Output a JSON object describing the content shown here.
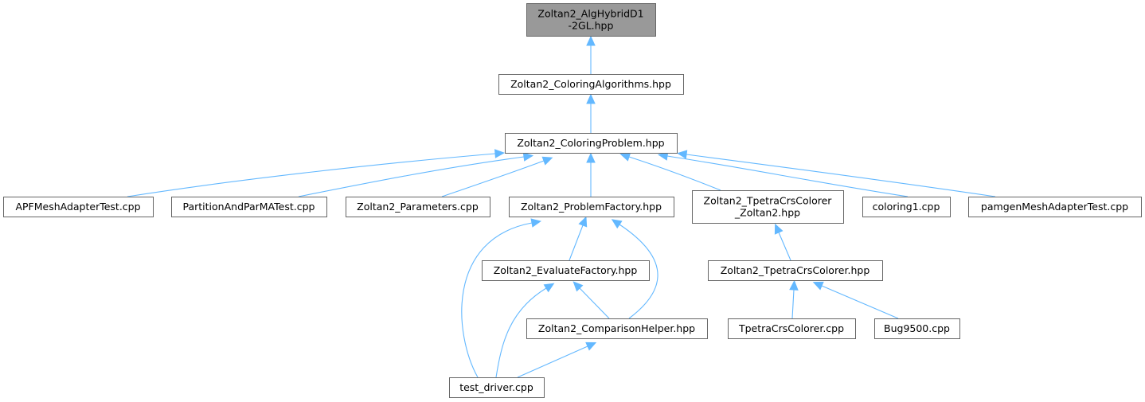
{
  "diagram": {
    "title": "Include dependency graph",
    "colors": {
      "edge": "#63b8ff",
      "root_fill": "#999999",
      "node_fill": "#ffffff",
      "node_border": "#666666"
    },
    "nodes": [
      {
        "id": "root",
        "lines": [
          "Zoltan2_AlgHybridD1",
          "-2GL.hpp"
        ],
        "root": true
      },
      {
        "id": "coloring_algorithms",
        "lines": [
          "Zoltan2_ColoringAlgorithms.hpp"
        ]
      },
      {
        "id": "coloring_problem",
        "lines": [
          "Zoltan2_ColoringProblem.hpp"
        ]
      },
      {
        "id": "apf_mesh",
        "lines": [
          "APFMeshAdapterTest.cpp"
        ]
      },
      {
        "id": "partition_parma",
        "lines": [
          "PartitionAndParMATest.cpp"
        ]
      },
      {
        "id": "parameters",
        "lines": [
          "Zoltan2_Parameters.cpp"
        ]
      },
      {
        "id": "problem_factory",
        "lines": [
          "Zoltan2_ProblemFactory.hpp"
        ]
      },
      {
        "id": "tpetra_colorer_zoltan2",
        "lines": [
          "Zoltan2_TpetraCrsColorer",
          "_Zoltan2.hpp"
        ]
      },
      {
        "id": "coloring1",
        "lines": [
          "coloring1.cpp"
        ]
      },
      {
        "id": "pamgen",
        "lines": [
          "pamgenMeshAdapterTest.cpp"
        ]
      },
      {
        "id": "evaluate_factory",
        "lines": [
          "Zoltan2_EvaluateFactory.hpp"
        ]
      },
      {
        "id": "tpetra_colorer",
        "lines": [
          "Zoltan2_TpetraCrsColorer.hpp"
        ]
      },
      {
        "id": "comparison_helper",
        "lines": [
          "Zoltan2_ComparisonHelper.hpp"
        ]
      },
      {
        "id": "tpetra_colorer_cpp",
        "lines": [
          "TpetraCrsColorer.cpp"
        ]
      },
      {
        "id": "bug9500",
        "lines": [
          "Bug9500.cpp"
        ]
      },
      {
        "id": "test_driver",
        "lines": [
          "test_driver.cpp"
        ]
      }
    ],
    "edges": [
      {
        "from": "coloring_algorithms",
        "to": "root"
      },
      {
        "from": "coloring_problem",
        "to": "coloring_algorithms"
      },
      {
        "from": "apf_mesh",
        "to": "coloring_problem"
      },
      {
        "from": "partition_parma",
        "to": "coloring_problem"
      },
      {
        "from": "parameters",
        "to": "coloring_problem"
      },
      {
        "from": "problem_factory",
        "to": "coloring_problem"
      },
      {
        "from": "tpetra_colorer_zoltan2",
        "to": "coloring_problem"
      },
      {
        "from": "coloring1",
        "to": "coloring_problem"
      },
      {
        "from": "pamgen",
        "to": "coloring_problem"
      },
      {
        "from": "evaluate_factory",
        "to": "problem_factory"
      },
      {
        "from": "comparison_helper",
        "to": "problem_factory"
      },
      {
        "from": "test_driver",
        "to": "problem_factory"
      },
      {
        "from": "comparison_helper",
        "to": "evaluate_factory"
      },
      {
        "from": "test_driver",
        "to": "evaluate_factory"
      },
      {
        "from": "test_driver",
        "to": "comparison_helper"
      },
      {
        "from": "tpetra_colorer",
        "to": "tpetra_colorer_zoltan2"
      },
      {
        "from": "tpetra_colorer_cpp",
        "to": "tpetra_colorer"
      },
      {
        "from": "bug9500",
        "to": "tpetra_colorer"
      }
    ]
  }
}
